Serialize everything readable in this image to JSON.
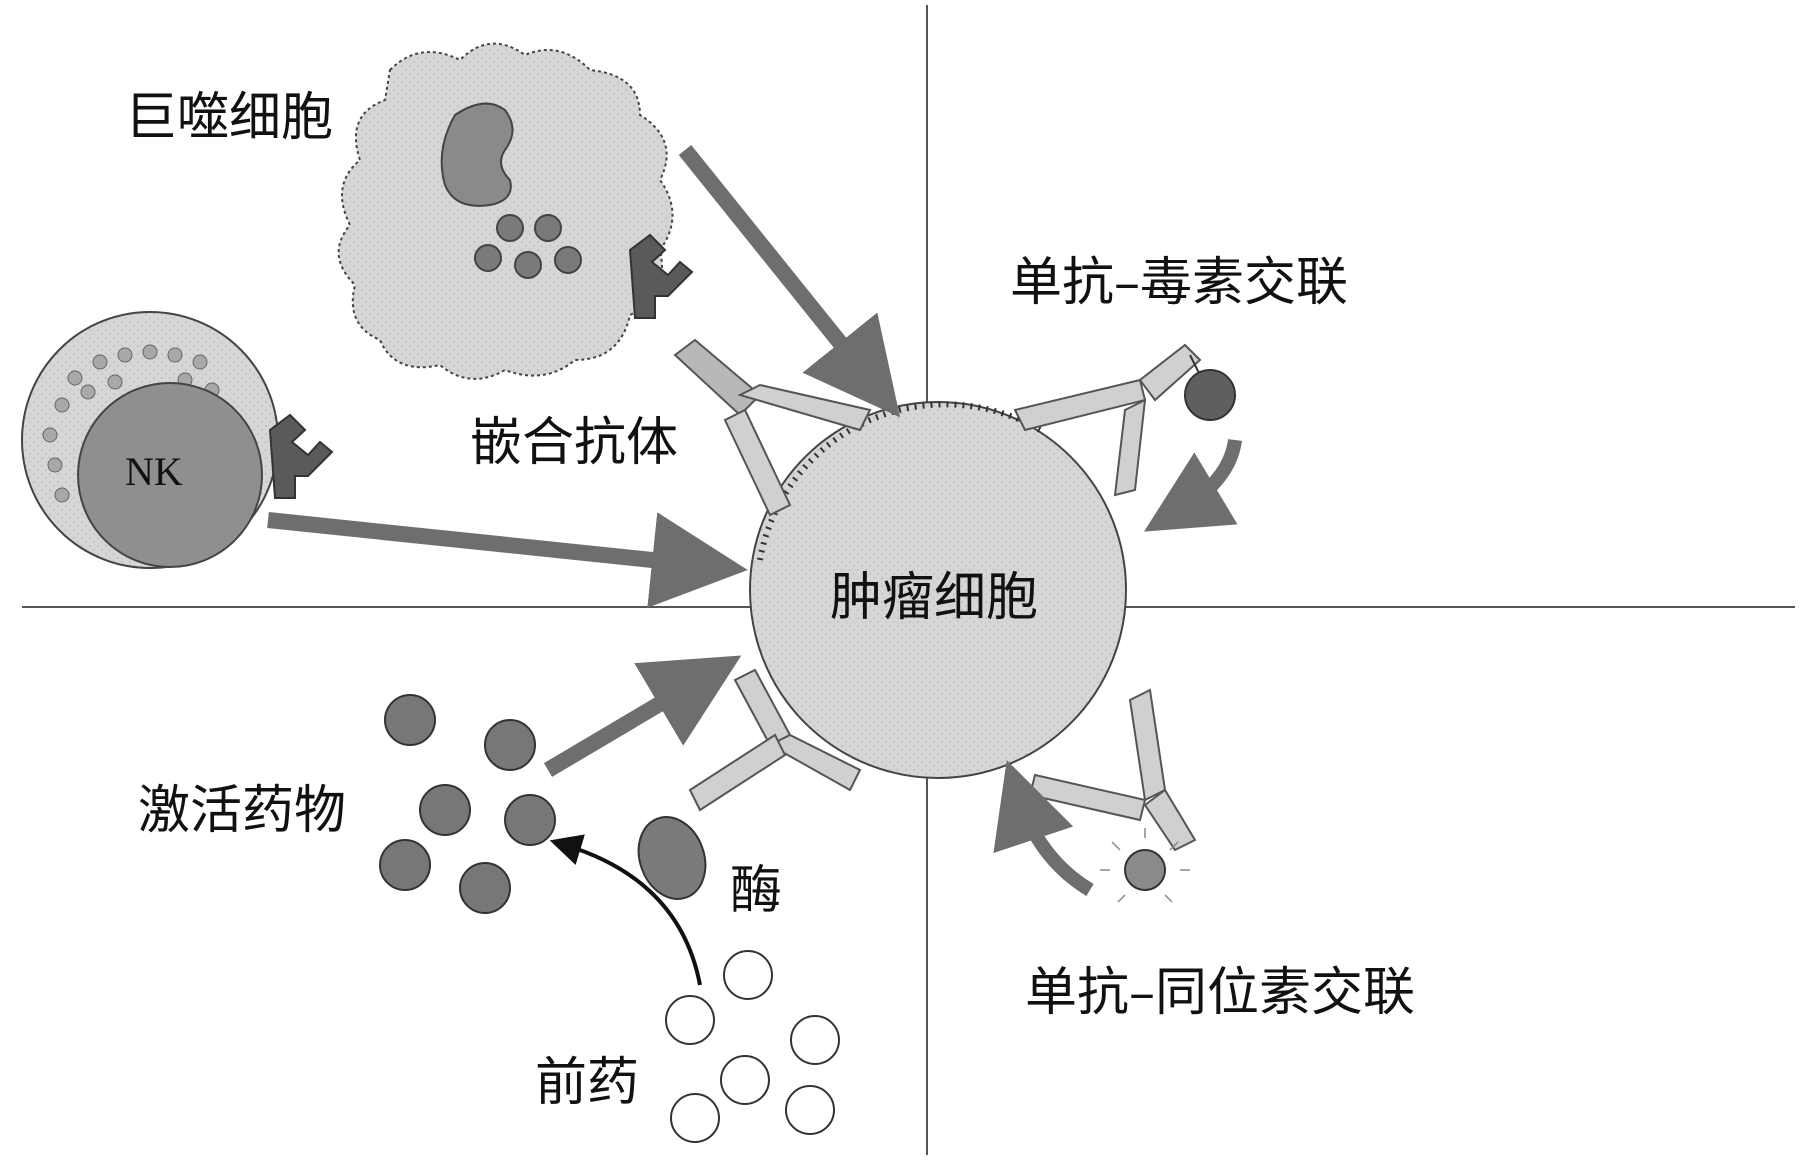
{
  "labels": {
    "macrophage": "巨噬细胞",
    "chimeric_antibody": "嵌合抗体",
    "nk": "NK",
    "tumor_cell": "肿瘤细胞",
    "mab_toxin": "单抗–毒素交联",
    "mab_isotope": "单抗–同位素交联",
    "activated_drug": "激活药物",
    "enzyme": "酶",
    "prodrug": "前药"
  },
  "colors": {
    "cell_fill": "#d2d2d2",
    "dark_fill": "#7a7a7a",
    "arrow": "#6e6e6e",
    "antibody": "#cfcfcf",
    "line": "#444444"
  }
}
